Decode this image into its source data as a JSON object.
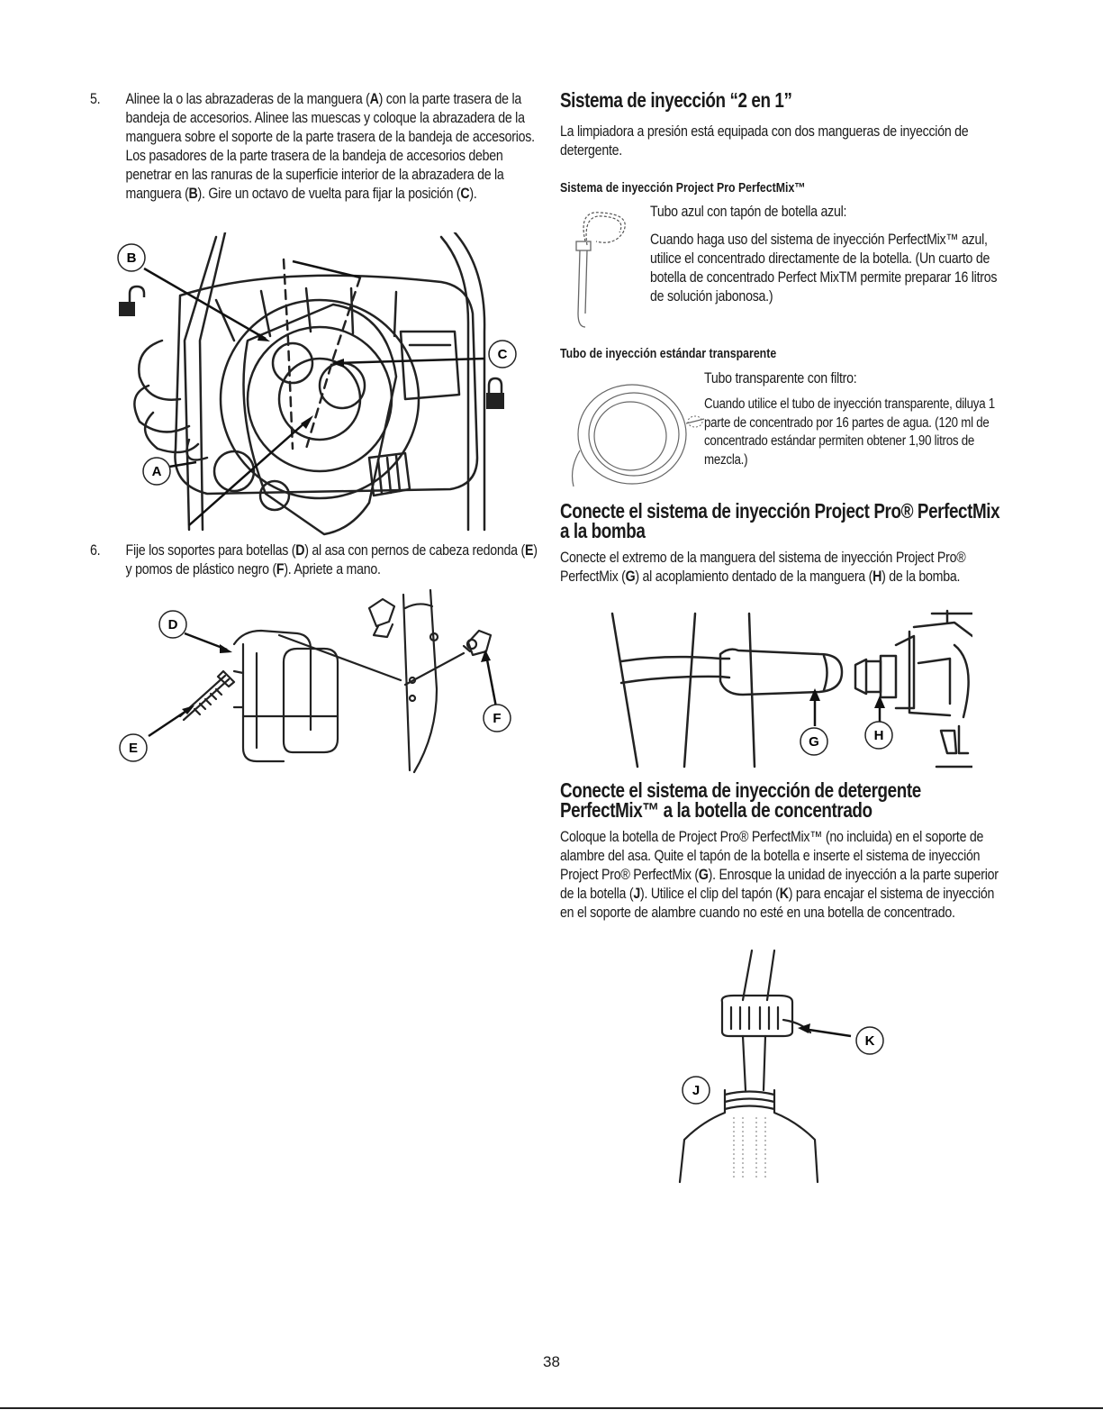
{
  "left": {
    "step5": {
      "num": "5.",
      "t1": "Alinee la o las abrazaderas de la manguera (",
      "b1": "A",
      "t2": ") con la parte trasera de la bandeja de accesorios. Alinee las muescas y coloque la abrazadera de la manguera sobre el soporte de la parte trasera de la bandeja de accesorios. Los pasadores de la parte trasera de la bandeja de accesorios deben penetrar en las ranuras de la superficie interior de la abrazadera de la manguera (",
      "b2": "B",
      "t3": "). Gire un octavo de vuelta para fijar la posición (",
      "b3": "C",
      "t4": ")."
    },
    "fig1_labels": {
      "a": "A",
      "b": "B",
      "c": "C"
    },
    "step6": {
      "num": "6.",
      "t1": "Fije los soportes para botellas (",
      "b1": "D",
      "t2": ") al asa con pernos de cabeza redonda (",
      "b2": "E",
      "t3": ") y pomos de plástico negro (",
      "b3": "F",
      "t4": "). Apriete a mano."
    },
    "fig2_labels": {
      "d": "D",
      "e": "E",
      "f": "F"
    }
  },
  "right": {
    "sec1": {
      "title": "Sistema de inyección “2 en 1”",
      "intro": "La limpiadora a presión está equipada con dos mangueras de inyección de detergente."
    },
    "sub1": {
      "title": "Sistema de inyección Project Pro PerfectMix™",
      "line1": "Tubo azul con tapón de botella azul:",
      "para": "Cuando haga uso del sistema de inyección PerfectMix™ azul, utilice el concentrado directamente de la botella. (Un cuarto de botella de concentrado Perfect MixTM permite preparar 16 litros de solución jabonosa.)"
    },
    "sub2": {
      "title": "Tubo de inyección estándar transparente",
      "line1": "Tubo transparente con filtro:",
      "para": "Cuando utilice el tubo de inyección transparente, diluya 1 parte de concentrado por 16 partes de agua. (120 ml de concentrado estándar permiten obtener 1,90 litros de mezcla.)"
    },
    "sec2": {
      "title": "Conecte el sistema de inyección Project Pro® PerfectMix a la bomba",
      "t1": "Conecte el extremo de la manguera del sistema de inyección Project Pro® PerfectMix (",
      "b1": "G",
      "t2": ") al acoplamiento dentado de la manguera (",
      "b2": "H",
      "t3": ") de la bomba."
    },
    "fig3_labels": {
      "g": "G",
      "h": "H"
    },
    "sec3": {
      "title": "Conecte el sistema de inyección de detergente PerfectMix™ a la botella de concentrado",
      "t1": "Coloque la botella de Project Pro® PerfectMix™ (no incluida) en el soporte de alambre del asa. Quite el tapón de la botella e inserte el sistema de inyección Project Pro® PerfectMix (",
      "b1": "G",
      "t2": "). Enrosque la unidad de inyección a la parte superior de la botella (",
      "b2": "J",
      "t3": "). Utilice el clip del tapón (",
      "b3": "K",
      "t4": ") para encajar el sistema de inyección en el soporte de alambre cuando no esté en una botella de concentrado."
    },
    "fig4_labels": {
      "j": "J",
      "k": "K"
    }
  },
  "page_number": "38"
}
